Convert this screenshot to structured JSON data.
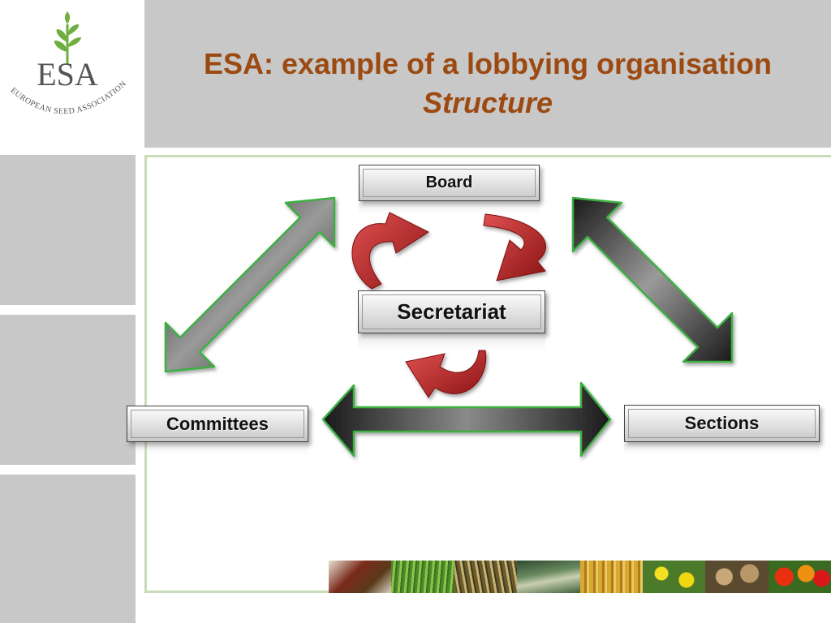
{
  "logo": {
    "abbr": "ESA",
    "name": "EUROPEAN SEED ASSOCIATION"
  },
  "header": {
    "title": "ESA: example of a lobbying organisation",
    "subtitle": "Structure"
  },
  "diagram": {
    "nodes": {
      "board": "Board",
      "secretariat": "Secretariat",
      "committees": "Committees",
      "sections": "Sections"
    }
  },
  "colors": {
    "title": "#9c4a12",
    "panel_gray": "#c8c8c8",
    "frame_green": "#c9dcb8",
    "arrow_red": "#b52a2a",
    "arrow_outline": "#3cb043"
  }
}
